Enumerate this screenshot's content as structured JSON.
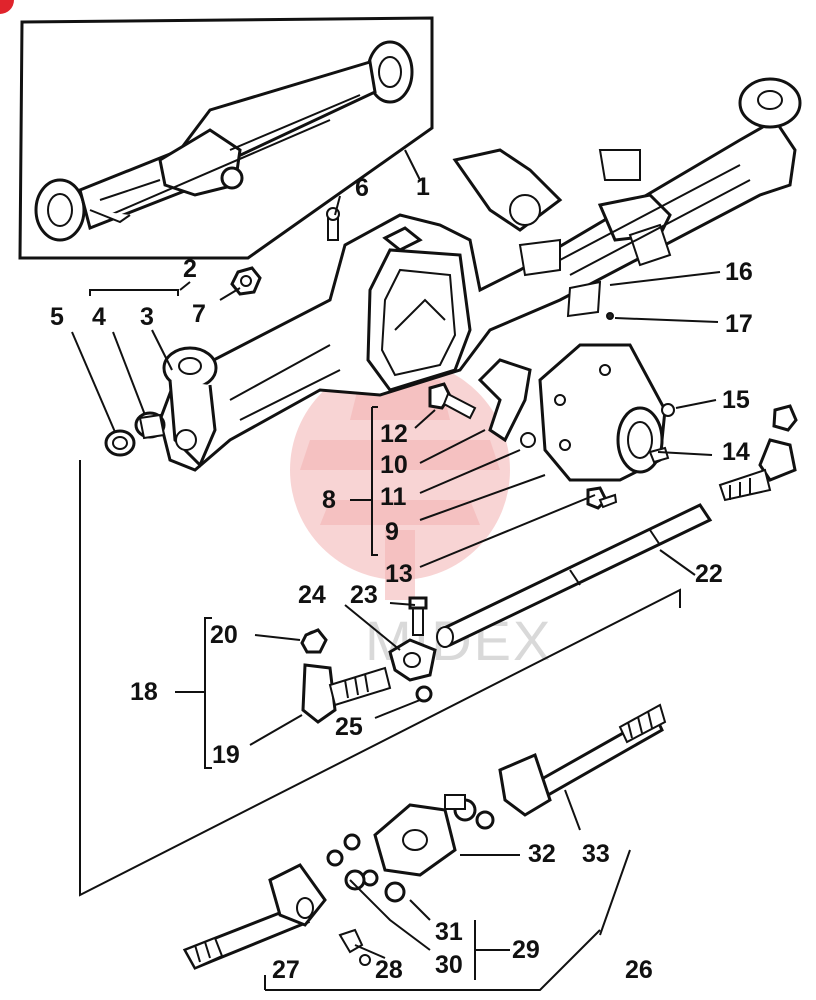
{
  "diagram": {
    "watermark_text": "MIDEX",
    "callouts": [
      {
        "id": "c1",
        "label": "1"
      },
      {
        "id": "c2",
        "label": "2"
      },
      {
        "id": "c3",
        "label": "3"
      },
      {
        "id": "c4",
        "label": "4"
      },
      {
        "id": "c5",
        "label": "5"
      },
      {
        "id": "c6",
        "label": "6"
      },
      {
        "id": "c7",
        "label": "7"
      },
      {
        "id": "c8",
        "label": "8"
      },
      {
        "id": "c9",
        "label": "9"
      },
      {
        "id": "c10",
        "label": "10"
      },
      {
        "id": "c11",
        "label": "11"
      },
      {
        "id": "c12",
        "label": "12"
      },
      {
        "id": "c13",
        "label": "13"
      },
      {
        "id": "c14",
        "label": "14"
      },
      {
        "id": "c15",
        "label": "15"
      },
      {
        "id": "c16",
        "label": "16"
      },
      {
        "id": "c17",
        "label": "17"
      },
      {
        "id": "c18",
        "label": "18"
      },
      {
        "id": "c19",
        "label": "19"
      },
      {
        "id": "c20",
        "label": "20"
      },
      {
        "id": "c22",
        "label": "22"
      },
      {
        "id": "c23",
        "label": "23"
      },
      {
        "id": "c24",
        "label": "24"
      },
      {
        "id": "c25",
        "label": "25"
      },
      {
        "id": "c26",
        "label": "26"
      },
      {
        "id": "c27",
        "label": "27"
      },
      {
        "id": "c28",
        "label": "28"
      },
      {
        "id": "c29",
        "label": "29"
      },
      {
        "id": "c30",
        "label": "30"
      },
      {
        "id": "c31",
        "label": "31"
      },
      {
        "id": "c32",
        "label": "32"
      },
      {
        "id": "c33",
        "label": "33"
      }
    ]
  }
}
